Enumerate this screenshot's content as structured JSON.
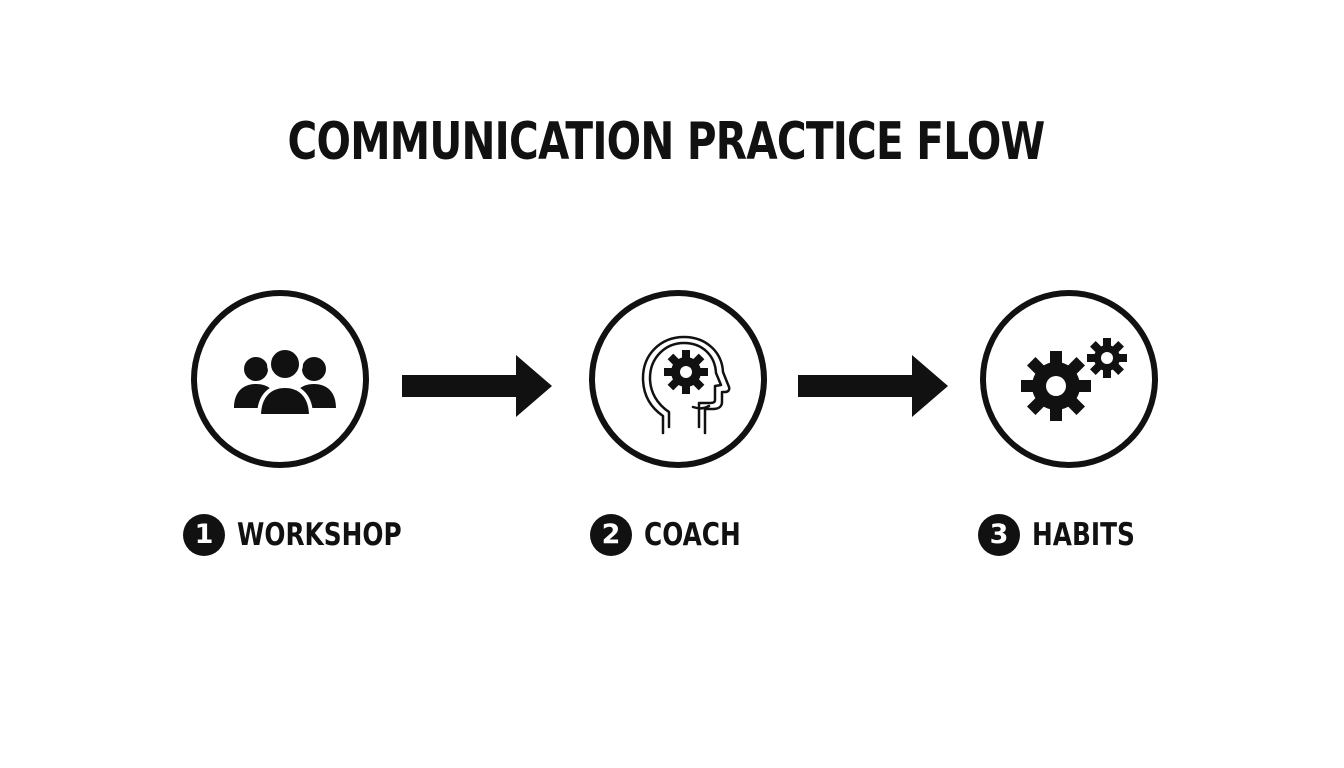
{
  "title": "COMMUNICATION PRACTICE FLOW",
  "steps": [
    {
      "number": "1",
      "label": "WORKSHOP",
      "icon": "group-people-icon"
    },
    {
      "number": "2",
      "label": "COACH",
      "icon": "head-gear-icon"
    },
    {
      "number": "3",
      "label": "HABITS",
      "icon": "gears-icon"
    }
  ],
  "connectors": [
    "arrow-right-icon",
    "arrow-right-icon"
  ],
  "colors": {
    "ink": "#111111",
    "background": "#ffffff"
  }
}
